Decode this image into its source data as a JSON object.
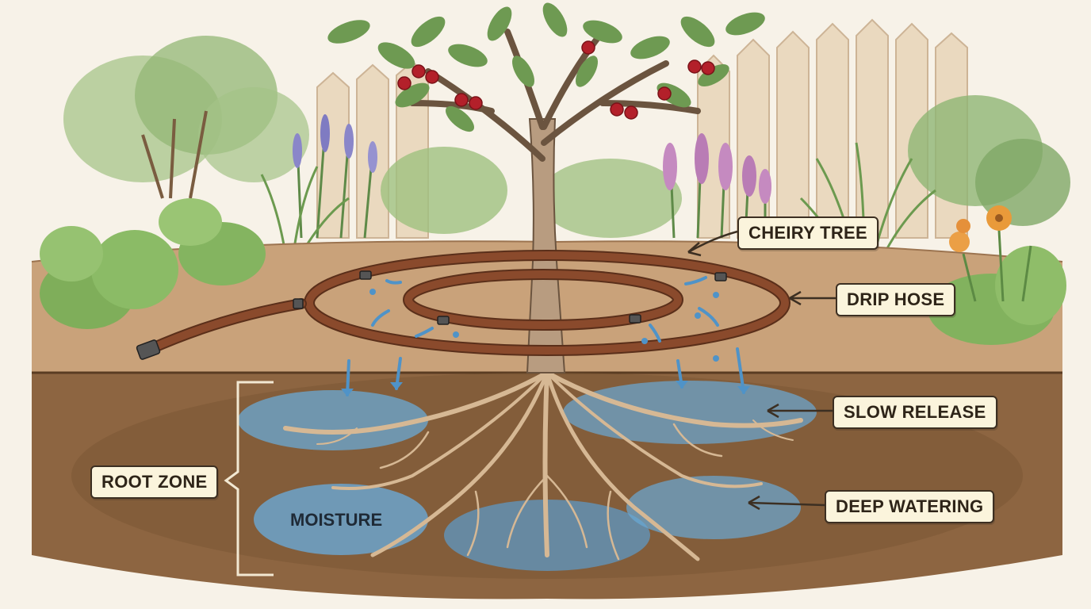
{
  "labels": {
    "cherry_tree": "CHEIRY TREE",
    "drip_hose": "DRIP HOSE",
    "slow_release": "SLOW RELEASE",
    "deep_watering": "DEEP WATERING",
    "root_zone": "ROOT ZONE",
    "moisture": "MOISTURE"
  },
  "colors": {
    "sky": "#f7f2e8",
    "topsoil": "#b48c62",
    "subsoil": "#7a5634",
    "hose": "#8a4a2c",
    "water": "#6aa9d6",
    "foliage": "#6e9a52",
    "cherry": "#b3202a",
    "label_fill": "#fbf4dc",
    "outline": "#3c2f22"
  }
}
